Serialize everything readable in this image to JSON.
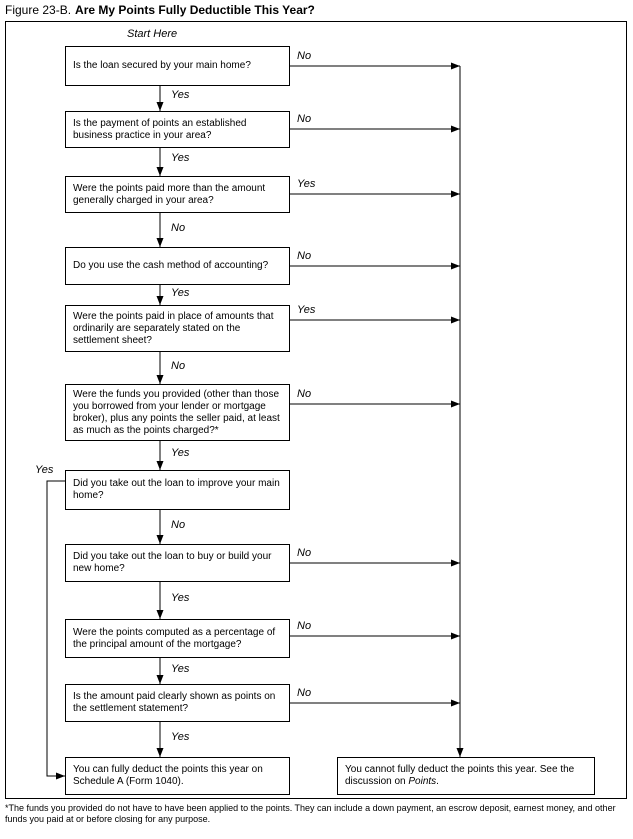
{
  "title": {
    "figure": "Figure 23-B.",
    "text": "Are My Points Fully Deductible This Year?"
  },
  "start_label": "Start Here",
  "questions": [
    {
      "text": "Is the loan secured by your main home?",
      "down_label": "Yes",
      "branch_label": "No"
    },
    {
      "text": "Is the payment of points an established business practice in your area?",
      "down_label": "Yes",
      "branch_label": "No"
    },
    {
      "text": "Were the points paid more than the amount generally charged in your area?",
      "down_label": "No",
      "branch_label": "Yes"
    },
    {
      "text": "Do you use the cash method of accounting?",
      "down_label": "Yes",
      "branch_label": "No"
    },
    {
      "text": "Were the points paid in place of amounts that ordinarily are separately stated on the settlement sheet?",
      "down_label": "No",
      "branch_label": "Yes"
    },
    {
      "text": "Were the funds you provided (other than those you borrowed from your lender or mortgage broker), plus any points the seller paid, at least as much as the points charged?*",
      "down_label": "Yes",
      "branch_label": "No"
    },
    {
      "text": "Did you take out the loan to improve your main home?",
      "down_label": "No",
      "branch_label": "Yes"
    },
    {
      "text": "Did you take out the loan to buy or build your new home?",
      "down_label": "Yes",
      "branch_label": "No"
    },
    {
      "text": "Were the points computed as a percentage of the principal amount of the mortgage?",
      "down_label": "Yes",
      "branch_label": "No"
    },
    {
      "text": "Is the amount paid clearly shown as points on the settlement statement?",
      "down_label": "Yes",
      "branch_label": "No"
    }
  ],
  "end_yes": {
    "text": "You can fully deduct the points this year on Schedule A (Form 1040)."
  },
  "end_no": {
    "text": "You cannot fully deduct the points this year. See the discussion on ",
    "italic": "Points",
    "suffix": "."
  },
  "footnote": "*The funds you provided do not have to have been applied to the points. They can include a down payment, an escrow deposit, earnest money, and other funds you paid at or before closing for any purpose."
}
